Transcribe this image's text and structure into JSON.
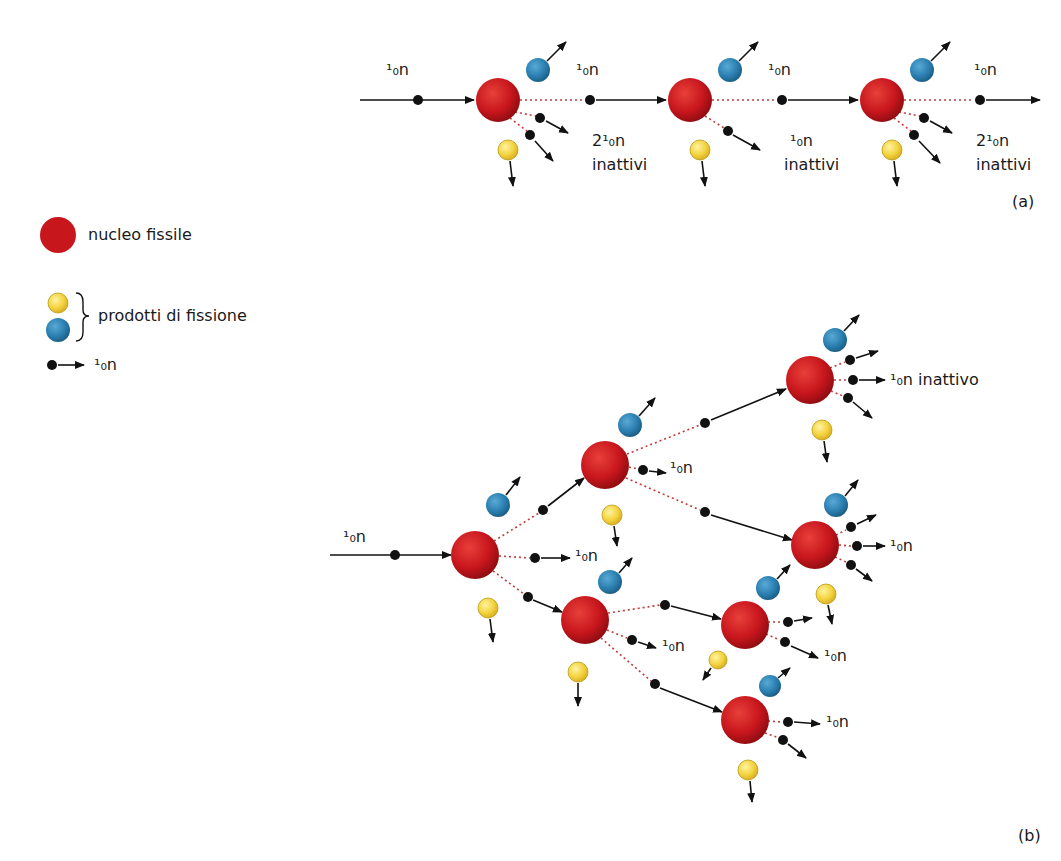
{
  "diagram": {
    "labels": [
      "¹₀n",
      "¹₀n",
      "2¹₀n",
      "inattivi",
      "¹₀n",
      "¹₀n",
      "inattivi",
      "¹₀n",
      "2¹₀n",
      "inattivi",
      "(a)",
      "¹₀n inattivo",
      "¹₀n",
      "¹₀n",
      "¹₀n",
      "¹₀n",
      "¹₀n",
      "¹₀n",
      "¹₀n",
      "(b)"
    ],
    "legend": [
      {
        "text": "nucleo fissile",
        "color": "#c8161d"
      },
      {
        "text": "prodotti di fissione"
      },
      {
        "text": "¹₀n"
      }
    ]
  }
}
